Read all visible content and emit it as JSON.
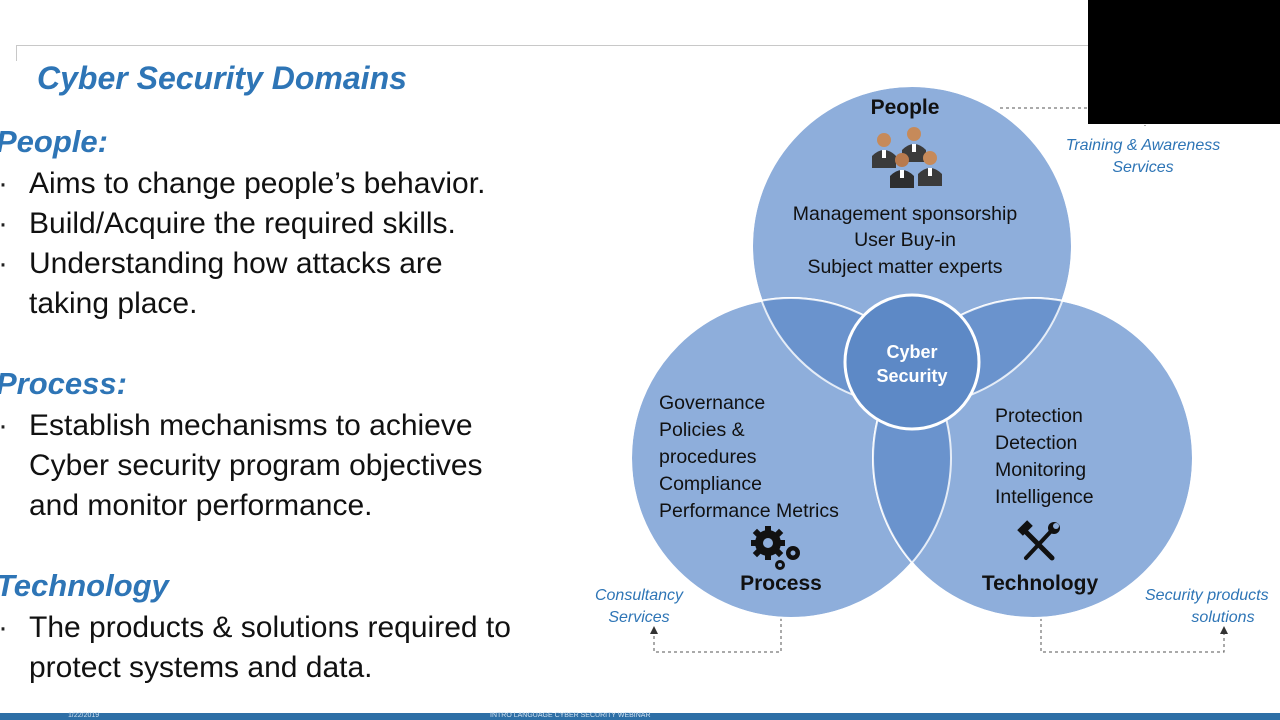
{
  "slide": {
    "title": "Cyber Security Domains",
    "sections": [
      {
        "heading": "People:",
        "bullets": [
          [
            "Aims to change people’s behavior."
          ],
          [
            "Build/Acquire the required skills."
          ],
          [
            "Understanding how attacks are",
            "taking place."
          ]
        ]
      },
      {
        "heading": "Process:",
        "bullets": [
          [
            "Establish mechanisms to achieve",
            "Cyber security program objectives",
            "and monitor performance."
          ]
        ]
      },
      {
        "heading": "Technology",
        "bullets": [
          [
            "The products & solutions required  to",
            "protect systems and data."
          ]
        ]
      }
    ],
    "footer": {
      "date": "1/22/2019",
      "center": "INTRO LANGUAGE CYBER SECURITY WEBINAR"
    }
  },
  "diagram": {
    "center": [
      "Cyber",
      "Security"
    ],
    "people": {
      "title": "People",
      "icon": "people-group-icon",
      "items": [
        "Management sponsorship",
        "User Buy-in",
        "Subject matter experts"
      ]
    },
    "process": {
      "title": "Process",
      "icon": "gears-icon",
      "items": [
        "Governance",
        "Policies &",
        "procedures",
        "Compliance",
        "Performance Metrics"
      ]
    },
    "technology": {
      "title": "Technology",
      "icon": "tools-icon",
      "items": [
        "Protection",
        "Detection",
        "Monitoring",
        "Intelligence"
      ]
    },
    "callouts": {
      "people": [
        "Training & Awareness",
        "Services"
      ],
      "process": [
        "Consultancy",
        "Services"
      ],
      "technology": [
        "Security products",
        "solutions"
      ]
    },
    "colors": {
      "circle": "#8eaedb",
      "overlap": "#6a93cd",
      "center": "#5d89c6",
      "callout_text": "#2e75b6"
    }
  }
}
